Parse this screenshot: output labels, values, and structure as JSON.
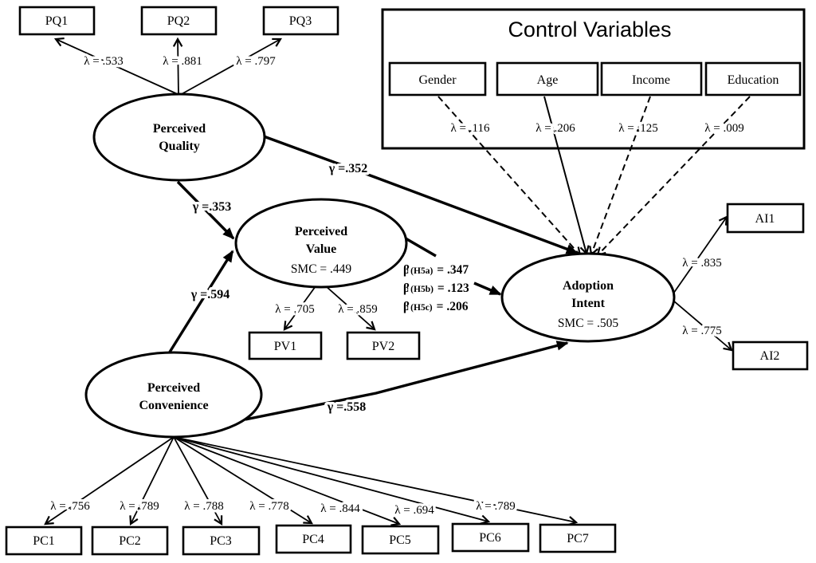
{
  "figure": {
    "control_variables": {
      "title": "Control Variables",
      "items": [
        {
          "label": "Gender",
          "loading": "λ = .116"
        },
        {
          "label": "Age",
          "loading": "λ = .206"
        },
        {
          "label": "Income",
          "loading": "λ = .125"
        },
        {
          "label": "Education",
          "loading": "λ = .009"
        }
      ]
    },
    "latents": {
      "perceived_quality": {
        "line1": "Perceived",
        "line2": "Quality"
      },
      "perceived_value": {
        "line1": "Perceived",
        "line2": "Value",
        "smc": "SMC = .449"
      },
      "adoption_intent": {
        "line1": "Adoption",
        "line2": "Intent",
        "smc": "SMC = .505"
      },
      "perceived_convenience": {
        "line1": "Perceived",
        "line2": "Convenience"
      }
    },
    "indicators": {
      "pq": [
        {
          "label": "PQ1",
          "loading": "λ = .533"
        },
        {
          "label": "PQ2",
          "loading": "λ = .881"
        },
        {
          "label": "PQ3",
          "loading": "λ = .797"
        }
      ],
      "pv": [
        {
          "label": "PV1",
          "loading": "λ = .705"
        },
        {
          "label": "PV2",
          "loading": "λ = .859"
        }
      ],
      "ai": [
        {
          "label": "AI1",
          "loading": "λ = .835"
        },
        {
          "label": "AI2",
          "loading": "λ = .775"
        }
      ],
      "pc": [
        {
          "label": "PC1",
          "loading": "λ = .756"
        },
        {
          "label": "PC2",
          "loading": "λ = .789"
        },
        {
          "label": "PC3",
          "loading": "λ = .788"
        },
        {
          "label": "PC4",
          "loading": "λ = .778"
        },
        {
          "label": "PC5",
          "loading": "λ = .844"
        },
        {
          "label": "PC6",
          "loading": "λ = .694"
        },
        {
          "label": "PC7",
          "loading": "λ = .789"
        }
      ]
    },
    "paths": {
      "pq_to_ai": "γ =.352",
      "pq_to_pv": "γ =.353",
      "pc_to_pv": "γ =.594",
      "pc_to_ai": "γ =.558",
      "beta_h5a": {
        "sym": "β",
        "sub": "(H5a)",
        "val": "= .347"
      },
      "beta_h5b": {
        "sym": "β",
        "sub": "(H5b)",
        "val": "= .123"
      },
      "beta_h5c": {
        "sym": "β",
        "sub": "(H5c)",
        "val": "= .206"
      }
    },
    "colors": {
      "line": "#000000",
      "background": "#ffffff"
    }
  }
}
